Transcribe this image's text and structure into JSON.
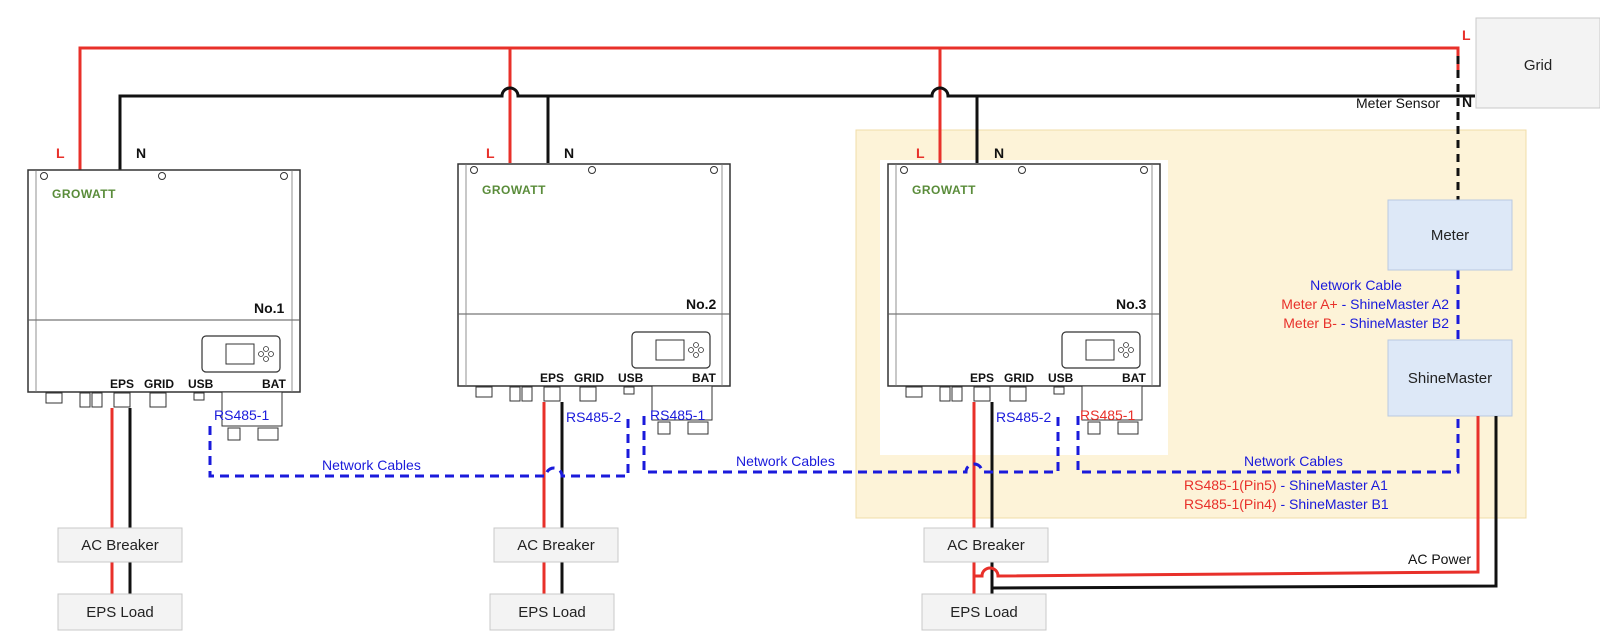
{
  "colors": {
    "live": "#e8302a",
    "neutral": "#111111",
    "network": "#1a1adb",
    "highlight_zone": "#fdf3d8",
    "device_box": "#dde8f7",
    "label_box": "#f3f3f3"
  },
  "grid": {
    "label": "Grid",
    "L": "L",
    "N": "N",
    "meter_sensor": "Meter Sensor"
  },
  "inverters": [
    {
      "brand": "GROWATT",
      "number": "No.1",
      "L": "L",
      "N": "N",
      "ports": {
        "eps": "EPS",
        "grid": "GRID",
        "usb": "USB",
        "bat": "BAT"
      },
      "rs485": [
        "RS485-1"
      ]
    },
    {
      "brand": "GROWATT",
      "number": "No.2",
      "L": "L",
      "N": "N",
      "ports": {
        "eps": "EPS",
        "grid": "GRID",
        "usb": "USB",
        "bat": "BAT"
      },
      "rs485": [
        "RS485-2",
        "RS485-1"
      ]
    },
    {
      "brand": "GROWATT",
      "number": "No.3",
      "L": "L",
      "N": "N",
      "ports": {
        "eps": "EPS",
        "grid": "GRID",
        "usb": "USB",
        "bat": "BAT"
      },
      "rs485": [
        "RS485-2",
        "RS485-1"
      ]
    }
  ],
  "breakers": [
    "AC Breaker",
    "AC Breaker",
    "AC Breaker"
  ],
  "loads": [
    "EPS Load",
    "EPS Load",
    "EPS Load"
  ],
  "meter": {
    "label": "Meter"
  },
  "shinemaster": {
    "label": "ShineMaster"
  },
  "network_cable": {
    "title": "Network Cable",
    "line1_red": "Meter A+",
    "line1_blue": " - ShineMaster A2",
    "line2_red": "Meter B-",
    "line2_blue": " - ShineMaster B2"
  },
  "network_cables": [
    "Network Cables",
    "Network Cables",
    "Network Cables"
  ],
  "rs485_mapping": {
    "line1_red": "RS485-1(Pin5)",
    "line1_blue": " - ShineMaster A1",
    "line2_red": "RS485-1(Pin4)",
    "line2_blue": " - ShineMaster B1"
  },
  "ac_power": "AC Power"
}
